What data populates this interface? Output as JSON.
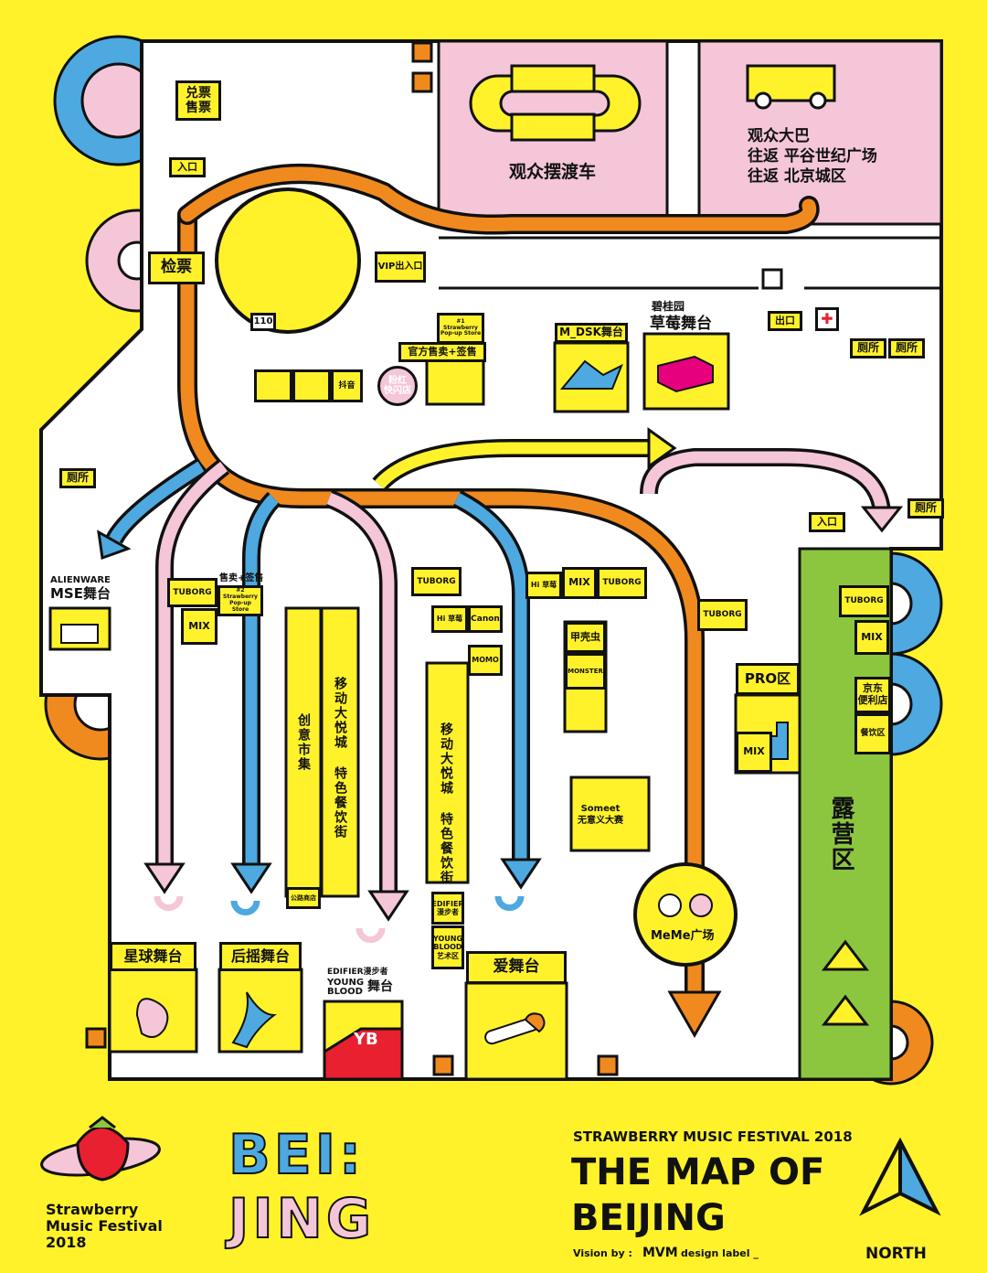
{
  "colors": {
    "background": "#FFF22A",
    "orange": "#F08A1F",
    "pink": "#F4C6D8",
    "blue": "#4DA9E0",
    "green": "#8CC63F",
    "white": "#FFFFFF",
    "red": "#E8202F",
    "ink": "#111111"
  },
  "labels": {
    "ticket_booth": "兑票\n售票",
    "entrance": "入口",
    "ticket_check": "检票",
    "vip_exit_entrance": "VIP出入口",
    "gate_110": "110",
    "shuttle_bus": "观众摆渡车",
    "audience_bus": "观众大巴\n往返 平谷世纪广场\n往返 北京城区",
    "exit": "出口",
    "toilet": "厕所",
    "popup_store_1": "#1\nStrawberry\nPop-up Store",
    "official_shop": "官方售卖+签售",
    "m_dsk_stage": "M_DSK舞台",
    "strawberry_stage_sponsor": "碧桂园",
    "strawberry_stage": "草莓舞台",
    "wanghong_shop": "粉红\n快闪店",
    "sponsor_tiktok": "抖音",
    "alienware": "ALIENWARE",
    "mse_stage": "MSE舞台",
    "sale_signing": "售卖+签售",
    "popup_store_2": "#2\nStrawberry\nPop-up Store",
    "tuborg": "TUBORG",
    "mix": "MIX",
    "creative_market": "创意市集",
    "joy_city_food": "移动大悦城  特色餐饮街",
    "canon": "Canon",
    "hi_caomei": "Hi 草莓",
    "momo": "MOMO",
    "beetle": "甲壳虫",
    "monster": "MONSTER",
    "edifier_zone": "EDIFIER\n漫步者",
    "young_blood_zone": "YOUNG\nBLOOD\n艺术区",
    "someet": "Someet\n无意义大赛",
    "meme_plaza": "MeMe广场",
    "pro_zone": "PRO区",
    "jd_store": "京东\n便利店",
    "restaurant": "餐饮区",
    "camping_zone": "露营区",
    "road_shop": "公路商店",
    "planet_stage": "星球舞台",
    "rock_stage": "后摇舞台",
    "edifier_stage_prefix": "EDIFIER漫步者",
    "young_blood": "YOUNG\nBLOOD",
    "edifier_stage_suffix": "舞台",
    "yb": "YB",
    "love_stage": "爱舞台"
  },
  "footer": {
    "logo_line1": "Strawberry",
    "logo_line2": "Music Festival",
    "logo_line3": "2018",
    "city_line1": "BEI:",
    "city_line2": "JING",
    "festival_name": "STRAWBERRY MUSIC FESTIVAL 2018",
    "headline_line1": "THE MAP OF",
    "headline_line2": "BEIJING",
    "credit_prefix": "Vision by :",
    "credit_brand": "MVM",
    "credit_suffix": "design label _",
    "north": "NORTH"
  }
}
